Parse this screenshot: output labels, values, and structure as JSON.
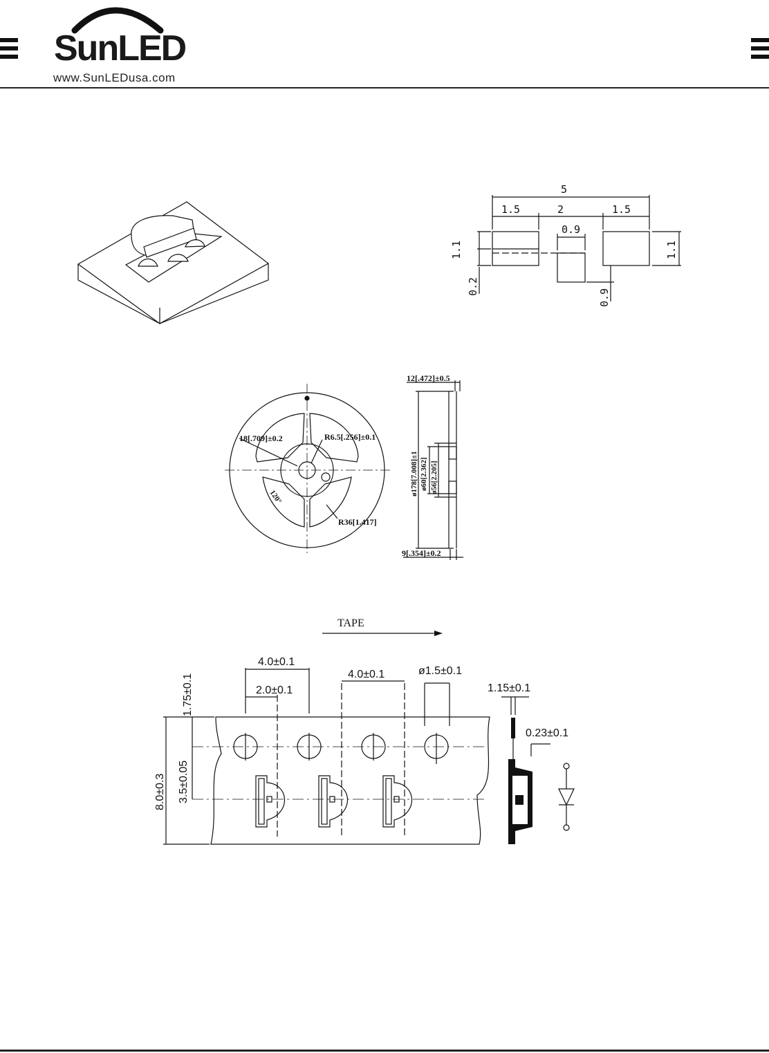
{
  "header": {
    "logo_text": "SunLED",
    "logo_url": "www.SunLEDusa.com"
  },
  "footprint": {
    "total": "5",
    "left_pad": "1.5",
    "gap": "2",
    "right_pad": "1.5",
    "center_width": "0.9",
    "pad_height_left": "1.1",
    "pad_height_right": "1.1",
    "offset_left": "0.2",
    "offset_right": "0.9"
  },
  "reel": {
    "hub_width": "12[.472]±0.5",
    "slot_width": "18[.709]±0.2",
    "hub_radius": "R6.5[.256]±0.1",
    "outer_radius": "R36[1.417]",
    "angle": "120°",
    "flange_dia": "ø178[7.008]±1",
    "hub_dia": "ø60[2.362]",
    "inner_dia": "ø56[2.205]",
    "tape_width": "9[.354]±0.2"
  },
  "tape": {
    "direction_label": "TAPE",
    "pitch_a": "4.0±0.1",
    "pitch_b": "4.0±0.1",
    "half_pitch": "2.0±0.1",
    "hole_dia": "ø1.5±0.1",
    "edge_offset": "1.75±0.1",
    "width": "8.0±0.3",
    "hole_to_pocket": "3.5±0.05",
    "pocket_depth": "1.15±0.1",
    "thickness": "0.23±0.1"
  }
}
